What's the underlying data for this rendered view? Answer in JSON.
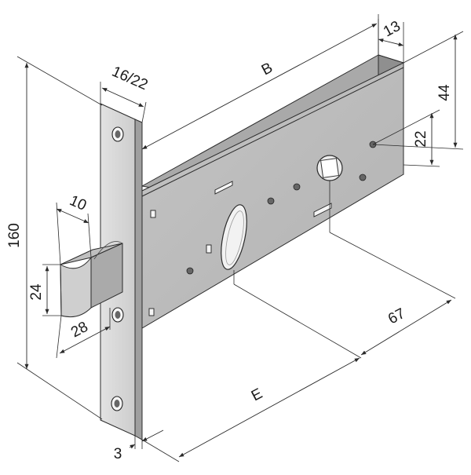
{
  "figure": "mortise-lock-dimension-drawing",
  "dimensions": {
    "height_total": "160",
    "faceplate_width": "16/22",
    "backset_label": "B",
    "case_depth": "13",
    "dim_44": "44",
    "dim_22": "22",
    "latch_projection": "10",
    "latch_height": "24",
    "latch_width": "28",
    "center_distance": "67",
    "entrance_label": "E",
    "faceplate_thickness": "3"
  },
  "colors": {
    "case_face": "#bcbcbc",
    "case_top": "#a8a8a8",
    "case_end": "#909090",
    "faceplate": "#d8d8d8",
    "latch_face": "#cfcfcf",
    "latch_side": "#aaaaaa",
    "lines": "#2a2a2a"
  }
}
